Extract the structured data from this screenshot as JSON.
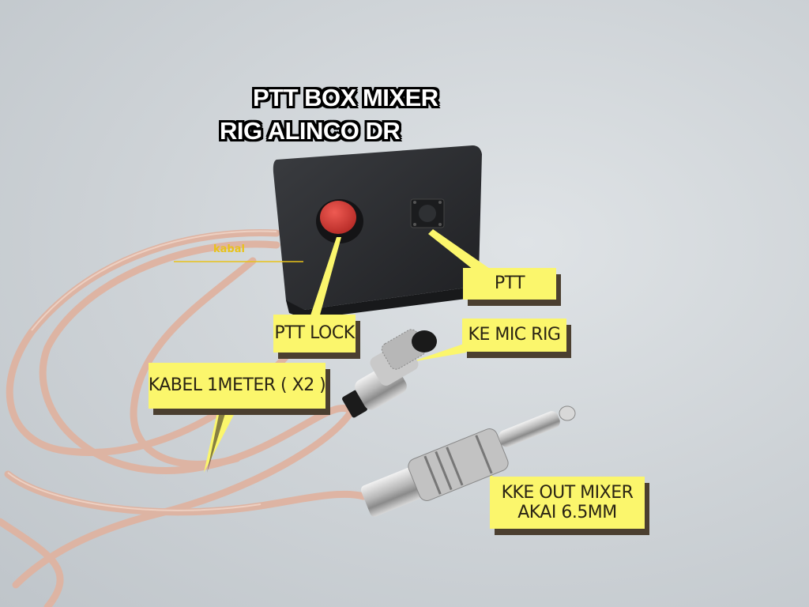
{
  "title": {
    "line1": "PTT BOX MIXER",
    "line2": "RIG ALINCO DR"
  },
  "callouts": {
    "ptt": "PTT",
    "ptt_lock": "PTT LOCK",
    "mic": "KE MIC RIG",
    "cable": "KABEL 1METER ( X2 )",
    "out_line1": "KKE OUT MIXER",
    "out_line2": "AKAI 6.5MM"
  },
  "watermark": "kabal",
  "colors": {
    "callout_bg": "#fbf66c",
    "callout_text": "#2a2414",
    "callout_shadow": "#4b3f30",
    "box": "#2b2d30",
    "lock_button": "#d9403a",
    "cable": "#e3b9a7",
    "background": "#d3d8dc"
  }
}
